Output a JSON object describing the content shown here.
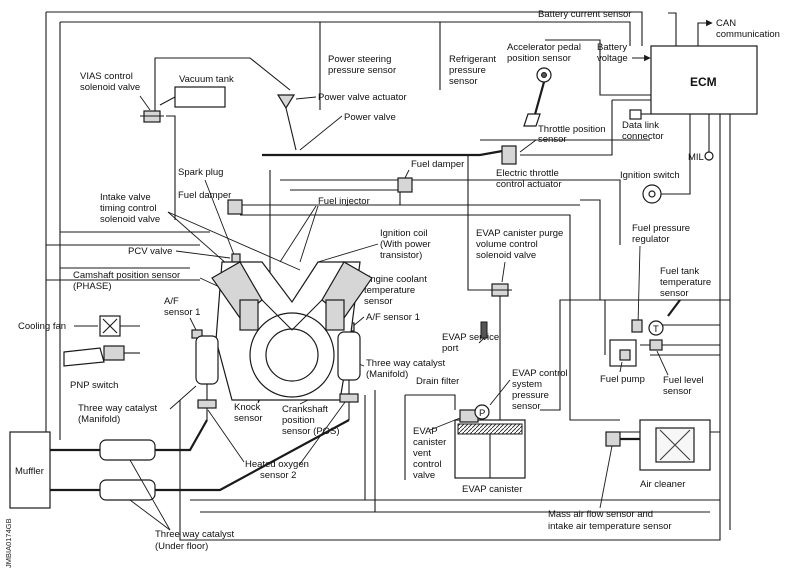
{
  "labels": {
    "battery_current_sensor": "Battery current sensor",
    "can_1": "CAN",
    "can_2": "communication",
    "battery_voltage_1": "Battery",
    "battery_voltage_2": "voltage",
    "ecm": "ECM",
    "power_steering_1": "Power steering",
    "power_steering_2": "pressure sensor",
    "refrigerant_1": "Refrigerant",
    "refrigerant_2": "pressure",
    "refrigerant_3": "sensor",
    "accel_1": "Accelerator pedal",
    "accel_2": "position sensor",
    "vias_1": "VIAS control",
    "vias_2": "solenoid valve",
    "vacuum_tank": "Vacuum tank",
    "power_valve_actuator": "Power valve actuator",
    "power_valve": "Power valve",
    "data_link_1": "Data link",
    "data_link_2": "connector",
    "throttle_pos_1": "Throttle position",
    "throttle_pos_2": "sensor",
    "spark_plug": "Spark plug",
    "fuel_damper_top": "Fuel damper",
    "etc_1": "Electric throttle",
    "etc_2": "control actuator",
    "mil": "MIL",
    "fuel_damper_left": "Fuel damper",
    "ignition_switch": "Ignition switch",
    "intake_valve_1": "Intake valve",
    "intake_valve_2": "timing control",
    "intake_valve_3": "solenoid valve",
    "fuel_injector": "Fuel injector",
    "ignition_coil_1": "Ignition coil",
    "ignition_coil_2": "(With power",
    "ignition_coil_3": "transistor)",
    "evap_purge_1": "EVAP canister purge",
    "evap_purge_2": "volume control",
    "evap_purge_3": "solenoid valve",
    "fuel_pressure_1": "Fuel pressure",
    "fuel_pressure_2": "regulator",
    "pcv_valve": "PCV valve",
    "coolant_1": "Engine coolant",
    "coolant_2": "temperature",
    "coolant_3": "sensor",
    "fuel_tank_temp_1": "Fuel tank",
    "fuel_tank_temp_2": "temperature",
    "fuel_tank_temp_3": "sensor",
    "camshaft_1": "Camshaft position sensor",
    "camshaft_2": "(PHASE)",
    "af_left_1": "A/F",
    "af_left_2": "sensor 1",
    "af_right": "A/F sensor 1",
    "cooling_fan": "Cooling fan",
    "evap_service_1": "EVAP service",
    "evap_service_2": "port",
    "pnp_switch": "PNP switch",
    "twc_manifold_r_1": "Three way catalyst",
    "twc_manifold_r_2": "(Manifold)",
    "drain_filter": "Drain filter",
    "evap_control_1": "EVAP control",
    "evap_control_2": "system",
    "evap_control_3": "pressure",
    "evap_control_4": "sensor",
    "fuel_pump": "Fuel pump",
    "fuel_level_1": "Fuel level",
    "fuel_level_2": "sensor",
    "twc_manifold_l_1": "Three way catalyst",
    "twc_manifold_l_2": "(Manifold)",
    "knock_1": "Knock",
    "knock_2": "sensor",
    "crank_1": "Crankshaft",
    "crank_2": "position",
    "crank_3": "sensor (POS)",
    "evap_vent_1": "EVAP",
    "evap_vent_2": "canister",
    "evap_vent_3": "vent",
    "evap_vent_4": "control",
    "evap_vent_5": "valve",
    "muffler": "Muffler",
    "heated_o2_1": "Heated oxygen",
    "heated_o2_2": "sensor 2",
    "evap_canister": "EVAP canister",
    "air_cleaner": "Air cleaner",
    "maf_1": "Mass air flow sensor and",
    "maf_2": "intake air temperature sensor",
    "twc_under_1": "Three way catalyst",
    "twc_under_2": "(Under floor)",
    "pressure_p": "P",
    "temp_t": "T",
    "ref_code": "JMBIA0174GB"
  },
  "colors": {
    "line": "#1a1a1a",
    "background": "#ffffff",
    "part_fill": "#d6d6d6"
  }
}
